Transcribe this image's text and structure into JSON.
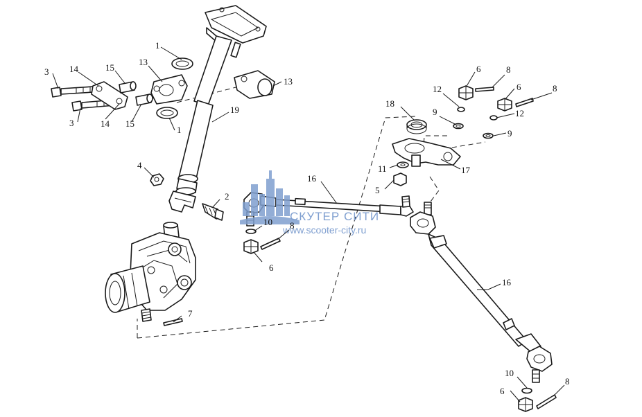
{
  "watermark": {
    "brand": "СКУТЕР СИТИ",
    "url": "www.scooter-city.ru",
    "color": "#7f9fd0",
    "icon": "city-skyline-icon"
  },
  "callouts": [
    {
      "id": "c1a",
      "label": "1"
    },
    {
      "id": "c1b",
      "label": "1"
    },
    {
      "id": "c2",
      "label": "2"
    },
    {
      "id": "c3a",
      "label": "3"
    },
    {
      "id": "c3b",
      "label": "3"
    },
    {
      "id": "c4",
      "label": "4"
    },
    {
      "id": "c5",
      "label": "5"
    },
    {
      "id": "c6a",
      "label": "6"
    },
    {
      "id": "c6b",
      "label": "6"
    },
    {
      "id": "c6c",
      "label": "6"
    },
    {
      "id": "c6d",
      "label": "6"
    },
    {
      "id": "c7",
      "label": "7"
    },
    {
      "id": "c8a",
      "label": "8"
    },
    {
      "id": "c8b",
      "label": "8"
    },
    {
      "id": "c8c",
      "label": "8"
    },
    {
      "id": "c8d",
      "label": "8"
    },
    {
      "id": "c9a",
      "label": "9"
    },
    {
      "id": "c9b",
      "label": "9"
    },
    {
      "id": "c10a",
      "label": "10"
    },
    {
      "id": "c10b",
      "label": "10"
    },
    {
      "id": "c11",
      "label": "11"
    },
    {
      "id": "c12a",
      "label": "12"
    },
    {
      "id": "c12b",
      "label": "12"
    },
    {
      "id": "c13a",
      "label": "13"
    },
    {
      "id": "c13b",
      "label": "13"
    },
    {
      "id": "c14a",
      "label": "14"
    },
    {
      "id": "c14b",
      "label": "14"
    },
    {
      "id": "c15a",
      "label": "15"
    },
    {
      "id": "c15b",
      "label": "15"
    },
    {
      "id": "c16a",
      "label": "16"
    },
    {
      "id": "c16b",
      "label": "16"
    },
    {
      "id": "c17",
      "label": "17"
    },
    {
      "id": "c18",
      "label": "18"
    },
    {
      "id": "c19",
      "label": "19"
    }
  ]
}
